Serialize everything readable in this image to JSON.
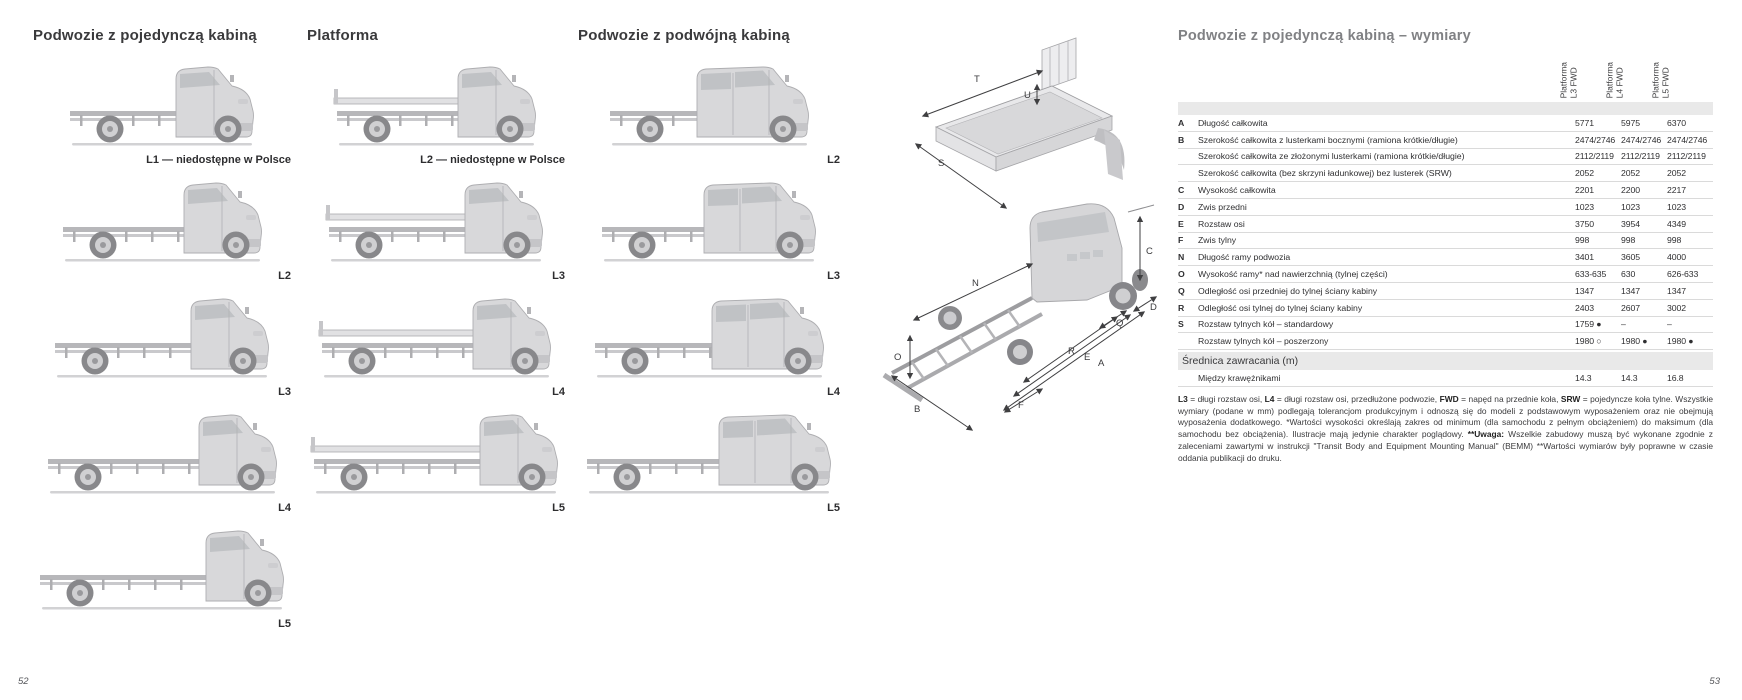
{
  "page": {
    "left_page_number": "52",
    "right_page_number": "53"
  },
  "sections": {
    "single_cab": {
      "title": "Podwozie z pojedynczą kabiną"
    },
    "platform": {
      "title": "Platforma"
    },
    "double_cab": {
      "title": "Podwozie z podwójną kabiną"
    }
  },
  "figures": {
    "columns": [
      {
        "id": "single-cab",
        "type": "single",
        "cells": [
          {
            "label": "L1 — niedostępne w Polsce",
            "size": 0
          },
          {
            "label": "L2",
            "size": 1
          },
          {
            "label": "L3",
            "size": 2
          },
          {
            "label": "L4",
            "size": 3
          },
          {
            "label": "L5",
            "size": 4
          }
        ]
      },
      {
        "id": "platform",
        "type": "platform",
        "cells": [
          {
            "label": "L2 — niedostępne w Polsce",
            "size": 1
          },
          {
            "label": "L3",
            "size": 2
          },
          {
            "label": "L4",
            "size": 3
          },
          {
            "label": "L5",
            "size": 4
          }
        ]
      },
      {
        "id": "double-cab",
        "type": "double",
        "cells": [
          {
            "label": "L2",
            "size": 1
          },
          {
            "label": "L3",
            "size": 2
          },
          {
            "label": "L4",
            "size": 3
          },
          {
            "label": "L5",
            "size": 4
          }
        ]
      }
    ]
  },
  "diagrams": {
    "platform": [
      "T",
      "U",
      "S"
    ],
    "chassis": [
      "C",
      "N",
      "O",
      "B",
      "F",
      "R",
      "E",
      "A",
      "D",
      "Q"
    ]
  },
  "dim_table": {
    "title": "Podwozie z pojedynczą kabiną – wymiary",
    "columns": [
      {
        "line1": "Platforma",
        "line2": "L3 FWD"
      },
      {
        "line1": "Platforma",
        "line2": "L4 FWD"
      },
      {
        "line1": "Platforma",
        "line2": "L5 FWD"
      }
    ],
    "rows": [
      {
        "letter": "A",
        "label": "Długość całkowita",
        "values": [
          "5771",
          "5975",
          "6370"
        ]
      },
      {
        "letter": "B",
        "label": "Szerokość całkowita z lusterkami bocznymi (ramiona krótkie/długie)",
        "values": [
          "2474/2746",
          "2474/2746",
          "2474/2746"
        ]
      },
      {
        "letter": "",
        "label": "Szerokość całkowita ze złożonymi lusterkami (ramiona krótkie/długie)",
        "values": [
          "2112/2119",
          "2112/2119",
          "2112/2119"
        ]
      },
      {
        "letter": "",
        "label": "Szerokość całkowita (bez skrzyni ładunkowej) bez lusterek (SRW)",
        "values": [
          "2052",
          "2052",
          "2052"
        ]
      },
      {
        "letter": "C",
        "label": "Wysokość całkowita",
        "values": [
          "2201",
          "2200",
          "2217"
        ]
      },
      {
        "letter": "D",
        "label": "Zwis przedni",
        "values": [
          "1023",
          "1023",
          "1023"
        ]
      },
      {
        "letter": "E",
        "label": "Rozstaw osi",
        "values": [
          "3750",
          "3954",
          "4349"
        ]
      },
      {
        "letter": "F",
        "label": "Zwis tylny",
        "values": [
          "998",
          "998",
          "998"
        ]
      },
      {
        "letter": "N",
        "label": "Długość ramy podwozia",
        "values": [
          "3401",
          "3605",
          "4000"
        ]
      },
      {
        "letter": "O",
        "label": "Wysokość ramy* nad nawierzchnią (tylnej części)",
        "values": [
          "633-635",
          "630",
          "626-633"
        ]
      },
      {
        "letter": "Q",
        "label": "Odległość osi przedniej do tylnej ściany kabiny",
        "values": [
          "1347",
          "1347",
          "1347"
        ]
      },
      {
        "letter": "R",
        "label": "Odległość osi tylnej do tylnej ściany kabiny",
        "values": [
          "2403",
          "2607",
          "3002"
        ]
      },
      {
        "letter": "S",
        "label": "Rozstaw tylnych kół – standardowy",
        "values": [
          "1759 ●",
          "–",
          "–"
        ]
      },
      {
        "letter": "",
        "label": "Rozstaw tylnych kół – poszerzony",
        "values": [
          "1980 ○",
          "1980 ●",
          "1980 ●"
        ]
      }
    ],
    "section_header": "Średnica zawracania (m)",
    "section_rows": [
      {
        "letter": "",
        "label": "Między krawężnikami",
        "values": [
          "14.3",
          "14.3",
          "16.8"
        ]
      }
    ],
    "footnote_segments": [
      {
        "t": "L3",
        "b": true
      },
      {
        "t": " = długi rozstaw osi, ",
        "b": false
      },
      {
        "t": "L4",
        "b": true
      },
      {
        "t": " = długi rozstaw osi, przedłużone podwozie, ",
        "b": false
      },
      {
        "t": "FWD",
        "b": true
      },
      {
        "t": " = napęd na przednie koła, ",
        "b": false
      },
      {
        "t": "SRW",
        "b": true
      },
      {
        "t": " = pojedyncze koła tylne. Wszystkie wymiary (podane w mm) podlegają tolerancjom produkcyjnym i odnoszą się do modeli z podstawowym wyposażeniem oraz nie obejmują wyposażenia dodatkowego. *Wartości wysokości określają zakres od minimum (dla samochodu z pełnym obciążeniem) do maksimum (dla samochodu bez obciążenia). Ilustracje mają jedynie charakter poglądowy. ",
        "b": false
      },
      {
        "t": "**Uwaga:",
        "b": true
      },
      {
        "t": " Wszelkie zabudowy muszą być wykonane zgodnie z zaleceniami zawartymi w instrukcji \"Transit Body and Equipment Mounting Manual\" (BEMM) **Wartości wymiarów były poprawne w czasie oddania publikacji do druku.",
        "b": false
      }
    ]
  },
  "colors": {
    "title_gray": "#808184",
    "body_text": "#3b3b3d",
    "band_gray": "#e9e9e9",
    "vehicle_body": "#d8d8da",
    "vehicle_shadow": "#d2d2d4"
  }
}
